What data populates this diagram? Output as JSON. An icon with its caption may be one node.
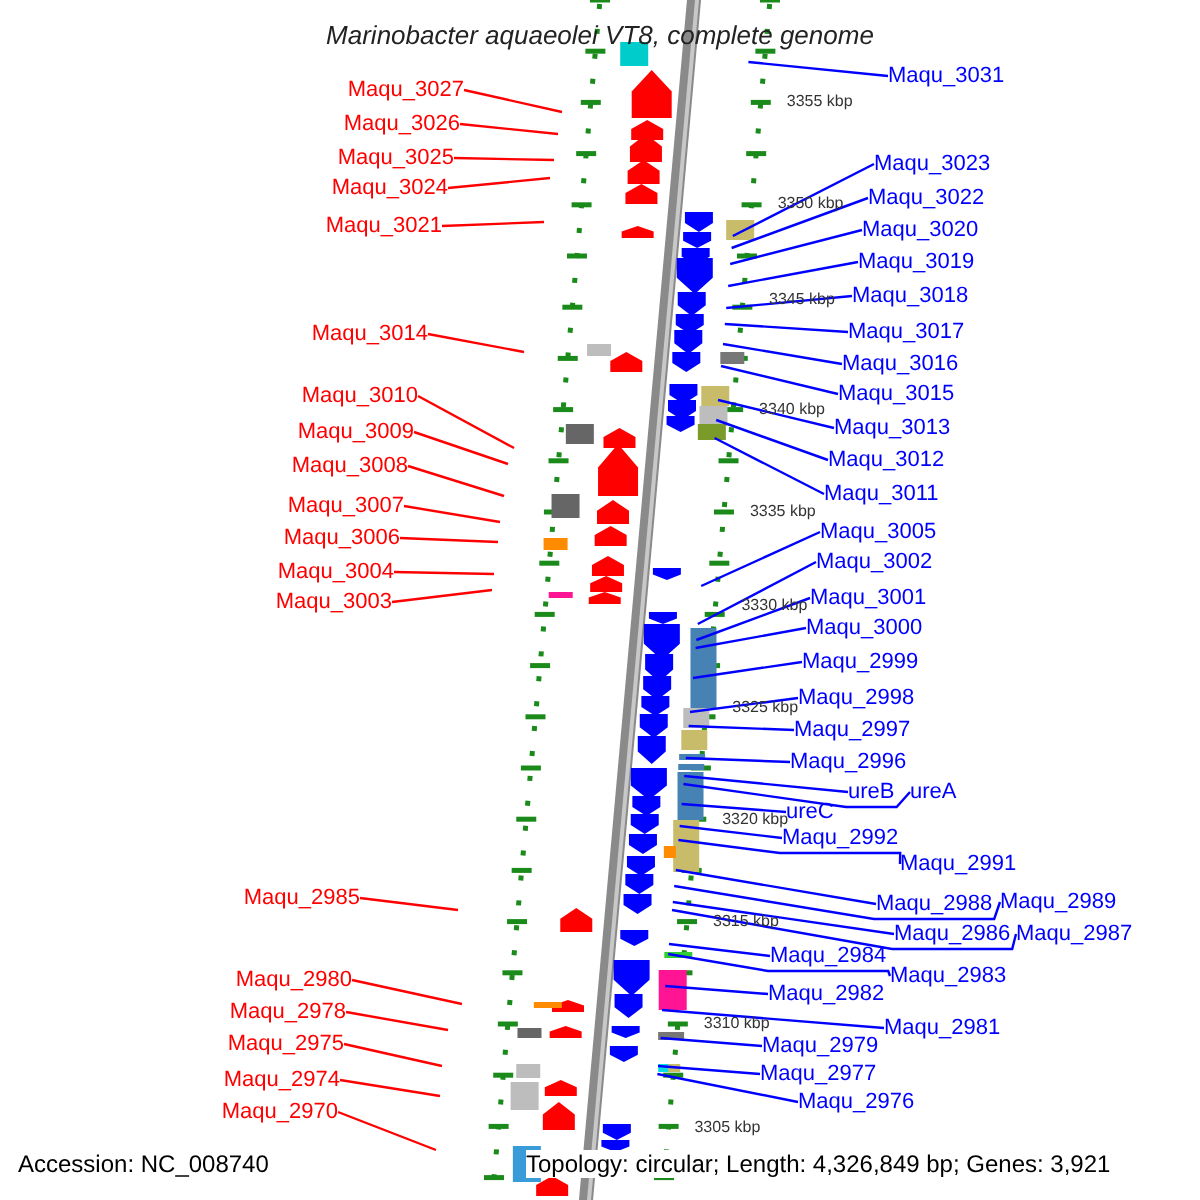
{
  "diagram": {
    "title": "Marinobacter aquaeolei VT8, complete genome",
    "nodes": [
      {
        "text": [
          "Maqu_3027"
        ]
      },
      {
        "text": [
          "Maqu_3026"
        ]
      },
      {
        "text": [
          "Maqu_3025"
        ]
      },
      {
        "text": [
          "Maqu_3024"
        ]
      },
      {
        "text": [
          "Maqu_3021"
        ]
      },
      {
        "text": [
          "Maqu_3014"
        ]
      },
      {
        "text": [
          "Maqu_3010"
        ]
      },
      {
        "text": [
          "Maqu_3009"
        ]
      },
      {
        "text": [
          "Maqu_3008"
        ]
      },
      {
        "text": [
          "Maqu_3007"
        ]
      },
      {
        "text": [
          "Maqu_3006"
        ]
      },
      {
        "text": [
          "Maqu_3004"
        ]
      },
      {
        "text": [
          "Maqu_3003"
        ]
      },
      {
        "text": [
          "Maqu_2985"
        ]
      },
      {
        "text": [
          "Maqu_2980"
        ]
      },
      {
        "text": [
          "Maqu_2978"
        ]
      },
      {
        "text": [
          "Maqu_2975"
        ]
      },
      {
        "text": [
          "Maqu_2974"
        ]
      },
      {
        "text": [
          "Maqu_2970"
        ]
      },
      {
        "text": [
          "Maqu_3031"
        ]
      },
      {
        "text": [
          "Maqu_3023"
        ]
      },
      {
        "text": [
          "Maqu_3022"
        ]
      },
      {
        "text": [
          "Maqu_3020"
        ]
      },
      {
        "text": [
          "Maqu_3019"
        ]
      },
      {
        "text": [
          "Maqu_3018"
        ]
      },
      {
        "text": [
          "Maqu_3017"
        ]
      },
      {
        "text": [
          "Maqu_3016"
        ]
      },
      {
        "text": [
          "Maqu_3015"
        ]
      },
      {
        "text": [
          "Maqu_3013"
        ]
      },
      {
        "text": [
          "Maqu_3012"
        ]
      },
      {
        "text": [
          "Maqu_3011"
        ]
      },
      {
        "text": [
          "Maqu_3005"
        ]
      },
      {
        "text": [
          "Maqu_3002"
        ]
      },
      {
        "text": [
          "Maqu_3001"
        ]
      },
      {
        "text": [
          "Maqu_3000"
        ]
      },
      {
        "text": [
          "Maqu_2999"
        ]
      },
      {
        "text": [
          "Maqu_2998"
        ]
      },
      {
        "text": [
          "Maqu_2997"
        ]
      },
      {
        "text": [
          "Maqu_2996"
        ]
      },
      {
        "text": [
          "ureB"
        ]
      },
      {
        "text": [
          "ureA"
        ]
      },
      {
        "text": [
          "ureC"
        ]
      },
      {
        "text": [
          "Maqu_2992"
        ]
      },
      {
        "text": [
          "Maqu_2991"
        ]
      },
      {
        "text": [
          "Maqu_2988"
        ]
      },
      {
        "text": [
          "Maqu_2989"
        ]
      },
      {
        "text": [
          "Maqu_2986"
        ]
      },
      {
        "text": [
          "Maqu_2987"
        ]
      },
      {
        "text": [
          "Maqu_2984"
        ]
      },
      {
        "text": [
          "Maqu_2983"
        ]
      },
      {
        "text": [
          "Maqu_2982"
        ]
      },
      {
        "text": [
          "Maqu_2981"
        ]
      },
      {
        "text": [
          "Maqu_2979"
        ]
      },
      {
        "text": [
          "Maqu_2977"
        ]
      },
      {
        "text": [
          "Maqu_2976"
        ]
      }
    ],
    "edges": [
      {
        "from": 0,
        "to": null,
        "arrow": "none",
        "color": "#ff0000"
      },
      {
        "from": 1,
        "to": null,
        "arrow": "none",
        "color": "#ff0000"
      },
      {
        "from": 2,
        "to": null,
        "arrow": "none",
        "color": "#ff0000"
      },
      {
        "from": 3,
        "to": null,
        "arrow": "none",
        "color": "#ff0000"
      },
      {
        "from": 4,
        "to": null,
        "arrow": "none",
        "color": "#ff0000"
      },
      {
        "from": 5,
        "to": null,
        "arrow": "none",
        "color": "#ff0000"
      },
      {
        "from": 6,
        "to": null,
        "arrow": "none",
        "color": "#ff0000"
      },
      {
        "from": 7,
        "to": null,
        "arrow": "none",
        "color": "#ff0000"
      },
      {
        "from": 8,
        "to": null,
        "arrow": "none",
        "color": "#ff0000"
      },
      {
        "from": 9,
        "to": null,
        "arrow": "none",
        "color": "#ff0000"
      },
      {
        "from": 10,
        "to": null,
        "arrow": "none",
        "color": "#ff0000"
      },
      {
        "from": 11,
        "to": null,
        "arrow": "none",
        "color": "#ff0000"
      },
      {
        "from": 12,
        "to": null,
        "arrow": "none",
        "color": "#ff0000"
      },
      {
        "from": 13,
        "to": null,
        "arrow": "none",
        "color": "#ff0000"
      },
      {
        "from": 14,
        "to": null,
        "arrow": "none",
        "color": "#ff0000"
      },
      {
        "from": 15,
        "to": null,
        "arrow": "none",
        "color": "#ff0000"
      },
      {
        "from": 16,
        "to": null,
        "arrow": "none",
        "color": "#ff0000"
      },
      {
        "from": 17,
        "to": null,
        "arrow": "none",
        "color": "#ff0000"
      },
      {
        "from": 18,
        "to": null,
        "arrow": "none",
        "color": "#ff0000"
      },
      {
        "from": 19,
        "to": null,
        "arrow": "none"
      },
      {
        "from": 20,
        "to": null,
        "arrow": "none"
      },
      {
        "from": 21,
        "to": null,
        "arrow": "none"
      },
      {
        "from": 22,
        "to": null,
        "arrow": "none"
      },
      {
        "from": 23,
        "to": null,
        "arrow": "none"
      },
      {
        "from": 24,
        "to": null,
        "arrow": "none"
      },
      {
        "from": 25,
        "to": null,
        "arrow": "none"
      },
      {
        "from": 26,
        "to": null,
        "arrow": "none"
      },
      {
        "from": 27,
        "to": null,
        "arrow": "none"
      },
      {
        "from": 28,
        "to": null,
        "arrow": "none"
      },
      {
        "from": 29,
        "to": null,
        "arrow": "none"
      },
      {
        "from": 30,
        "to": null,
        "arrow": "none"
      },
      {
        "from": 31,
        "to": null,
        "arrow": "none"
      },
      {
        "from": 32,
        "to": null,
        "arrow": "none"
      },
      {
        "from": 33,
        "to": null,
        "arrow": "none"
      },
      {
        "from": 34,
        "to": null,
        "arrow": "none"
      },
      {
        "from": 35,
        "to": null,
        "arrow": "none"
      },
      {
        "from": 36,
        "to": null,
        "arrow": "none"
      },
      {
        "from": 37,
        "to": null,
        "arrow": "none"
      },
      {
        "from": 38,
        "to": null,
        "arrow": "none"
      },
      {
        "from": 39,
        "to": null,
        "arrow": "none"
      },
      {
        "from": 40,
        "to": null,
        "arrow": "none"
      },
      {
        "from": 41,
        "to": null,
        "arrow": "none"
      },
      {
        "from": 42,
        "to": null,
        "arrow": "none"
      },
      {
        "from": 43,
        "to": null,
        "arrow": "none"
      },
      {
        "from": 44,
        "to": null,
        "arrow": "none"
      },
      {
        "from": 45,
        "to": null,
        "arrow": "none"
      },
      {
        "from": 46,
        "to": null,
        "arrow": "none"
      },
      {
        "from": 47,
        "to": null,
        "arrow": "none"
      },
      {
        "from": 48,
        "to": null,
        "arrow": "none"
      },
      {
        "from": 49,
        "to": null,
        "arrow": "none"
      },
      {
        "from": 50,
        "to": null,
        "arrow": "none"
      },
      {
        "from": 51,
        "to": null,
        "arrow": "none"
      },
      {
        "from": 52,
        "to": null,
        "arrow": "none"
      },
      {
        "from": 53,
        "to": null,
        "arrow": "none"
      },
      {
        "from": 54,
        "to": null,
        "arrow": "none"
      }
    ],
    "labels": [
      "3355 kbp",
      "3350 kbp",
      "3345 kbp",
      "3340 kbp",
      "3335 kbp",
      "3330 kbp",
      "3325 kbp",
      "3320 kbp",
      "3315 kbp",
      "3310 kbp",
      "3305 kbp",
      "Accession: NC_008740",
      "Topology: circular; Length: 4,326,849 bp; Genes: 3,921"
    ]
  }
}
